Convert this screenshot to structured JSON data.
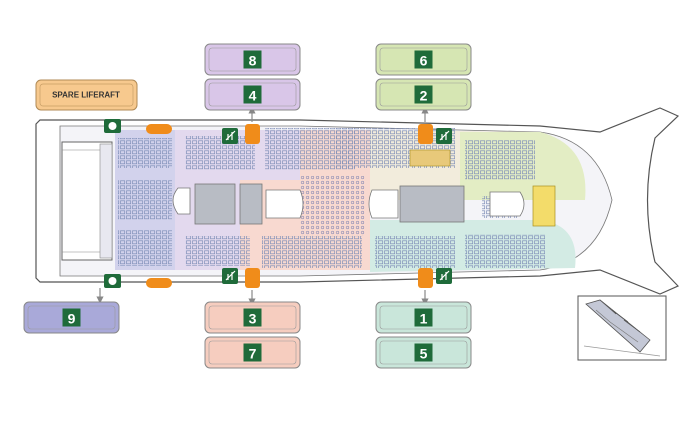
{
  "spare_liferaft": {
    "label": "SPARE LIFERAFT"
  },
  "liferafts": [
    {
      "number": "8",
      "color": "#d9c6e8"
    },
    {
      "number": "4",
      "color": "#d9c6e8"
    },
    {
      "number": "6",
      "color": "#d6e6b3"
    },
    {
      "number": "2",
      "color": "#d6e6b3"
    },
    {
      "number": "9",
      "color": "#a9a9d9"
    },
    {
      "number": "3",
      "color": "#f6cdbf"
    },
    {
      "number": "7",
      "color": "#f6cdbf"
    },
    {
      "number": "1",
      "color": "#c9e6da"
    },
    {
      "number": "5",
      "color": "#c9e6da"
    }
  ],
  "colors": {
    "badge": "#1f6b3a",
    "spare": "#f7c98e",
    "evacuation_marker": "#f08c1a",
    "zone_purple": "#e3d9ee",
    "zone_pink": "#f8d9d0",
    "zone_green": "#e3edc4",
    "zone_teal": "#d3ebe4",
    "zone_violet": "#d2d2ec",
    "seat": "#7f8fb8"
  },
  "icons": {
    "ladder": "ladder-icon",
    "liferaft_station": "liferaft-station-icon",
    "evacuation_slide_inset": "evacuation-slide-inset"
  }
}
